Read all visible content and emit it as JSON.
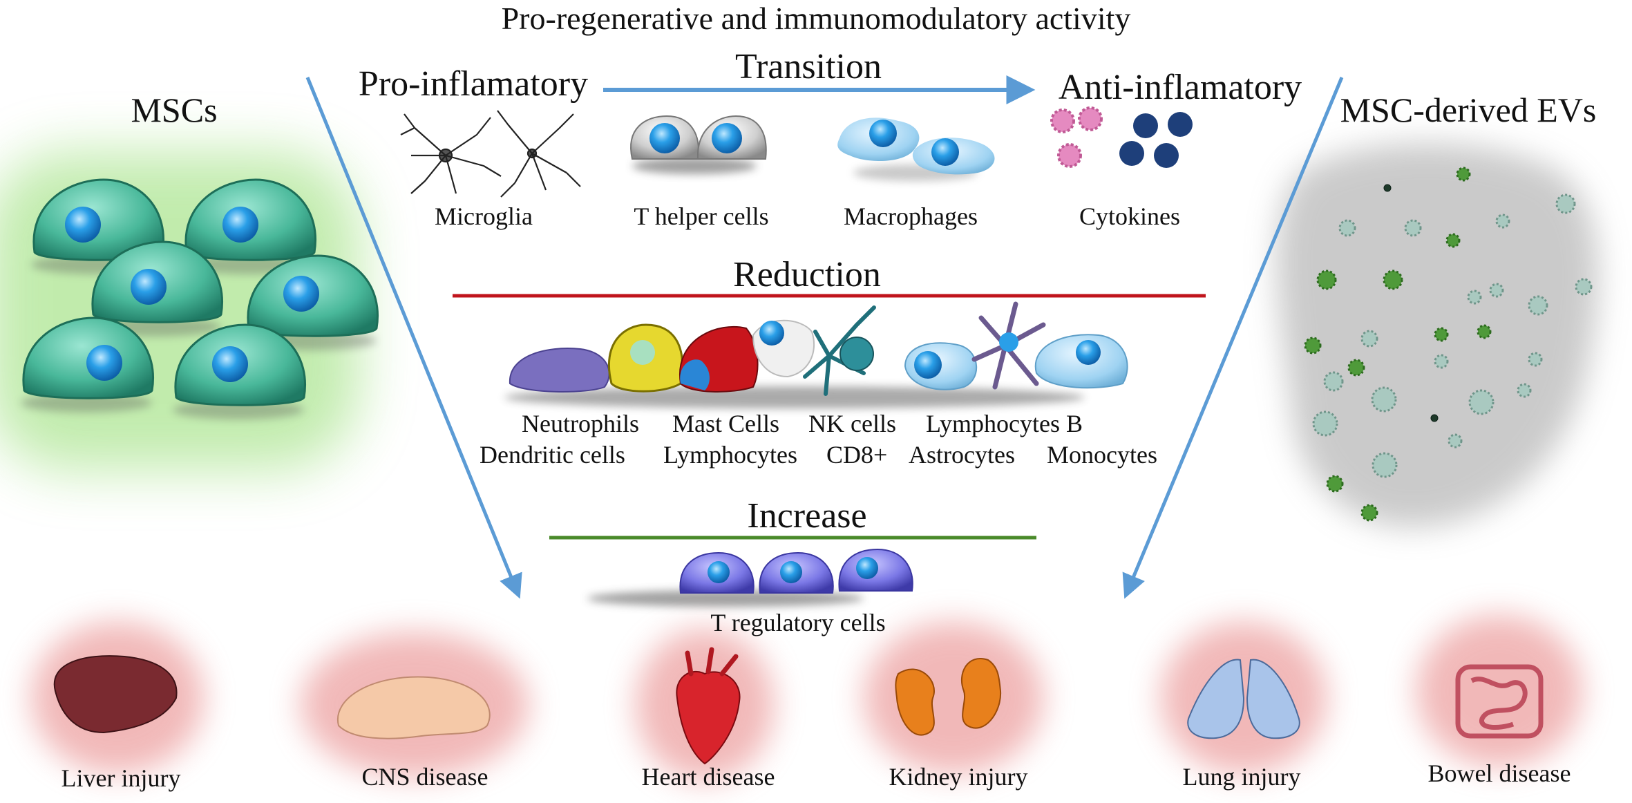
{
  "title": "Pro-regenerative and immunomodulatory activity",
  "left_panel": {
    "label": "MSCs"
  },
  "right_panel": {
    "label": "MSC-derived EVs"
  },
  "transition": {
    "from_label": "Pro-inflamatory",
    "heading": "Transition",
    "to_label": "Anti-inflamatory",
    "cells": [
      "Microglia",
      "T helper cells",
      "Macrophages",
      "Cytokines"
    ]
  },
  "reduction": {
    "heading": "Reduction",
    "line_color": "#c0141c",
    "row1": [
      "Neutrophils",
      "Mast Cells",
      "NK cells",
      "Lymphocytes B"
    ],
    "row2": [
      "Dendritic cells",
      "Lymphocytes",
      "CD8+",
      "Astrocytes",
      "Monocytes"
    ]
  },
  "increase": {
    "heading": "Increase",
    "line_color": "#4a8a2a",
    "cells": [
      "T regulatory cells"
    ]
  },
  "targets": [
    "Liver injury",
    "CNS disease",
    "Heart disease",
    "Kidney injury",
    "Lung injury",
    "Bowel disease"
  ],
  "colors": {
    "arrow": "#5b9bd5",
    "msc_glow": "#8fdc6a",
    "msc_cell": "#5fc4a8",
    "nucleus": "#1e90e0",
    "organ_glow": "#e88a8a",
    "ev_cloud": "#b9b9b9"
  }
}
